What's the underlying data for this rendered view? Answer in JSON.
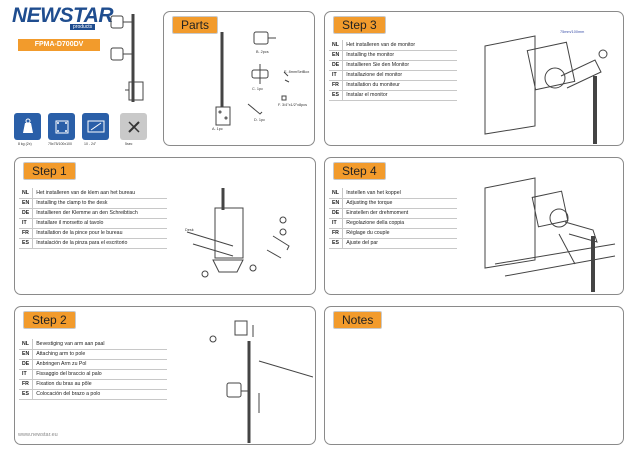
{
  "brand": {
    "logo": "NEWSTAR",
    "tagline": "products",
    "model": "FPMA-D700DV"
  },
  "specs": [
    {
      "icon": "weight-icon",
      "label": "8 kg (2x)"
    },
    {
      "icon": "vesa-icon",
      "label": "75x75/100x100"
    },
    {
      "icon": "screen-size-icon",
      "label": "10 - 24\""
    },
    {
      "icon": "tools-icon",
      "label": "5sec"
    }
  ],
  "parts": {
    "title": "Parts",
    "labels": {
      "a": "A. 1pc",
      "b": "B. 2pcs",
      "c": "C. 1pc",
      "d": "D. 1pc",
      "e": "E. 8mmSetBox",
      "f": "F. 3/4\"x1/2\"x8pcs"
    }
  },
  "step1": {
    "title": "Step 1",
    "desk_label": "Desk",
    "rows": [
      {
        "code": "NL",
        "text": "Het installeren van de klem aan het bureau"
      },
      {
        "code": "EN",
        "text": "Installing the clamp to the desk"
      },
      {
        "code": "DE",
        "text": "Installieren der Klemme an den Schreibtisch"
      },
      {
        "code": "IT",
        "text": "Installare il morsetto al tavolo"
      },
      {
        "code": "FR",
        "text": "Installation de la pince pour le bureau"
      },
      {
        "code": "ES",
        "text": "Instalación de la pinza para el escritorio"
      }
    ]
  },
  "step2": {
    "title": "Step 2",
    "rows": [
      {
        "code": "NL",
        "text": "Bevestiging van arm aan paal"
      },
      {
        "code": "EN",
        "text": "Attaching arm to pole"
      },
      {
        "code": "DE",
        "text": "Anbringen Arm zu Pol"
      },
      {
        "code": "IT",
        "text": "Fissaggio del braccio al palo"
      },
      {
        "code": "FR",
        "text": "Fixation du bras au pôle"
      },
      {
        "code": "ES",
        "text": "Colocación del brazo a polo"
      }
    ]
  },
  "step3": {
    "title": "Step 3",
    "dimension_label": "75mm/100mm",
    "rows": [
      {
        "code": "NL",
        "text": "Het installeren van de monitor"
      },
      {
        "code": "EN",
        "text": "Installing the monitor"
      },
      {
        "code": "DE",
        "text": "Installieren Sie den Monitor"
      },
      {
        "code": "IT",
        "text": "Installazione del monitor"
      },
      {
        "code": "FR",
        "text": "Installation du moniteur"
      },
      {
        "code": "ES",
        "text": "Instalar el monitor"
      }
    ]
  },
  "step4": {
    "title": "Step 4",
    "rows": [
      {
        "code": "NL",
        "text": "Instellen van het koppel"
      },
      {
        "code": "EN",
        "text": "Adjusting the torque"
      },
      {
        "code": "DE",
        "text": "Einstellen der drehmoment"
      },
      {
        "code": "IT",
        "text": "Regolazione della coppia"
      },
      {
        "code": "FR",
        "text": "Réglage du couple"
      },
      {
        "code": "ES",
        "text": "Ajuste del par"
      }
    ]
  },
  "notes": {
    "title": "Notes"
  },
  "footer": {
    "url": "www.newstar.eu"
  }
}
